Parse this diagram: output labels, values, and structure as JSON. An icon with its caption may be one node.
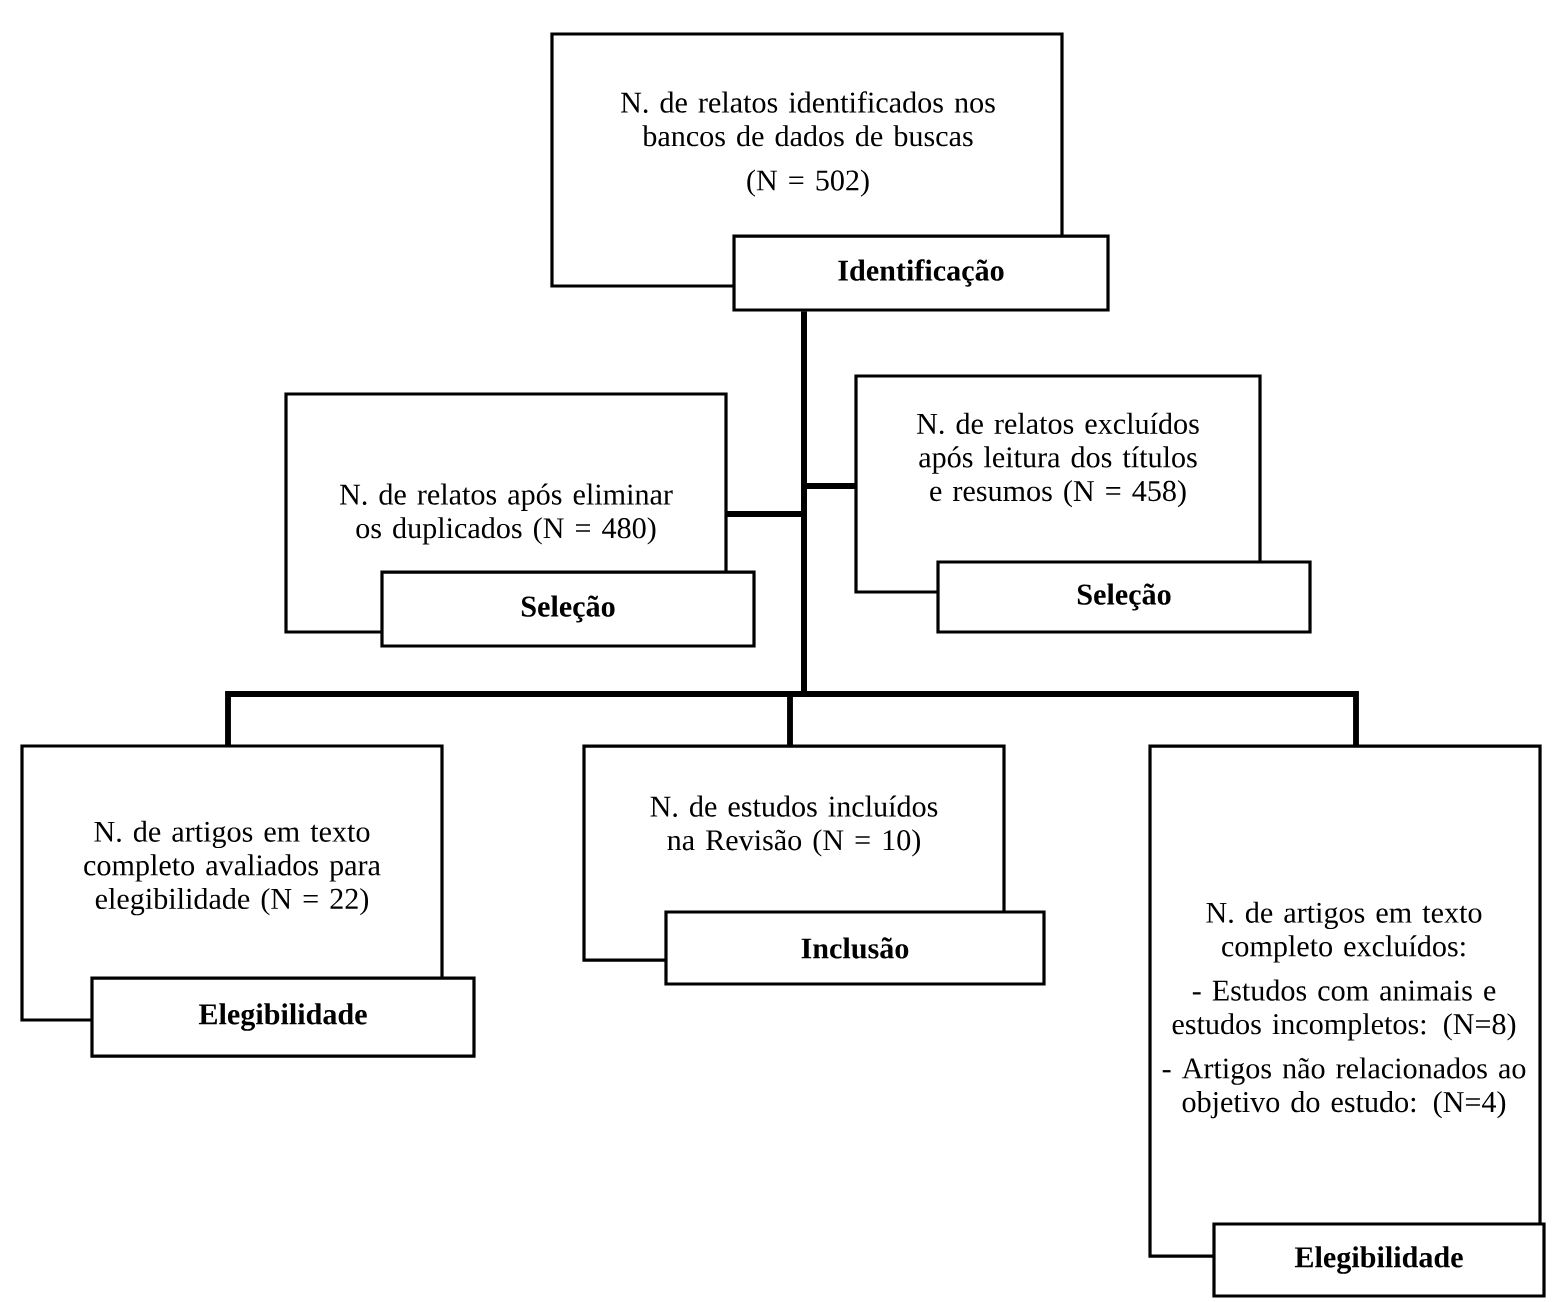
{
  "diagram": {
    "nodes": [
      {
        "text": [
          "N. de relatos identificados nos bancos de dados de buscas",
          "(N = 502)"
        ]
      },
      {
        "text": [
          "Identificação"
        ]
      },
      {
        "text": [
          "N. de relatos após eliminar os duplicados (N = 480)"
        ]
      },
      {
        "text": [
          "Seleção"
        ]
      },
      {
        "text": [
          "N. de relatos excluídos após leitura dos títulos e resumos (N = 458)"
        ]
      },
      {
        "text": [
          "Seleção"
        ]
      },
      {
        "text": [
          "N. de artigos em texto completo avaliados para elegibilidade (N = 22)"
        ]
      },
      {
        "text": [
          "Elegibilidade"
        ]
      },
      {
        "text": [
          "N. de estudos incluídos na Revisão (N = 10)"
        ]
      },
      {
        "text": [
          "Inclusão"
        ]
      },
      {
        "text": [
          "N. de artigos em texto completo excluídos:",
          "- Estudos com animais e estudos incompletos: (N=8)",
          "- Artigos não relacionados ao objetivo do estudo: (N=4)"
        ]
      },
      {
        "text": [
          "Elegibilidade"
        ]
      }
    ],
    "edges": [
      {
        "from": 1,
        "to": 2,
        "arrow": "none"
      },
      {
        "from": 1,
        "to": 4,
        "arrow": "none"
      },
      {
        "from": 1,
        "to": 6,
        "arrow": "none"
      },
      {
        "from": 1,
        "to": 8,
        "arrow": "none"
      },
      {
        "from": 1,
        "to": 10,
        "arrow": "none"
      }
    ]
  }
}
